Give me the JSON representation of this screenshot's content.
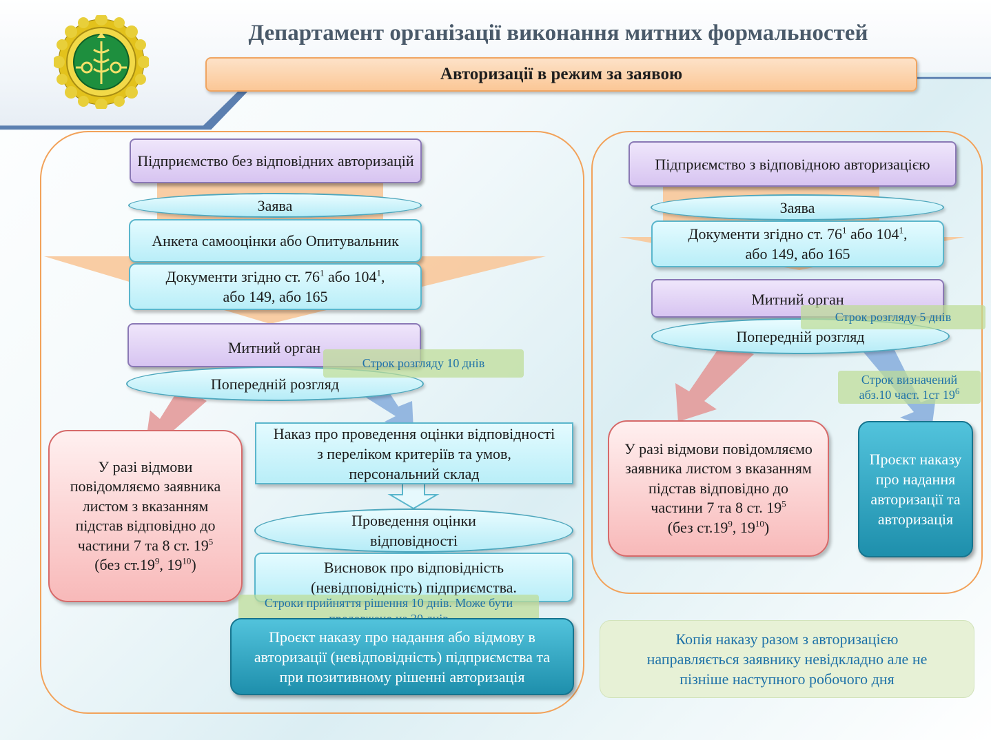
{
  "header": {
    "title": "Департамент організації виконання митних формальностей",
    "subtitle": "Авторизації в режим за заявою"
  },
  "left": {
    "company": "Підприємство без відповідних авторизацій",
    "application": "Заява",
    "questionnaire": "Анкета самооцінки або Опитувальник",
    "docs": {
      "part1": "Документи згідно ст. 76",
      "sup1": "1",
      "part2": " або 104",
      "sup2": "1",
      "part3": ",",
      "part4": "або 149, або 165"
    },
    "customs": "Митний орган",
    "review_term": "Строк розгляду 10 днів",
    "preliminary": "Попередній розгляд",
    "refusal": {
      "lines": "У разі відмови повідомляємо заявника листом з вказанням підстав відповідно до частини 7 та 8 ст. 19",
      "sup": "5",
      "tail1": "(без ст.19",
      "sup2": "9",
      "tail2": ", 19",
      "sup3": "10",
      "tail3": ")"
    },
    "order": "Наказ про проведення оцінки відповідності з переліком критеріїв та умов, персональний склад",
    "assessment": "Проведення оцінки відповідності",
    "conclusion": "Висновок про відповідність (невідповідність) підприємства.",
    "decision_term": "Строки прийняття рішення 10 днів. Може бути продовжено на 30 днів",
    "final": "Проєкт наказу про надання або відмову в авторизації (невідповідність) підприємства та при позитивному рішенні авторизація"
  },
  "right": {
    "company": "Підприємство з відповідною авторизацією",
    "application": "Заява",
    "docs": {
      "part1": "Документи згідно ст. 76",
      "sup1": "1",
      "part2": " або 104",
      "sup2": "1",
      "part3": ",",
      "part4": "або 149, або 165"
    },
    "customs": "Митний орган",
    "review_term": "Строк розгляду 5 днів",
    "preliminary": "Попередній розгляд",
    "defined_term": {
      "line1": "Строк визначений",
      "line2": "абз.10 част. 1ст 19",
      "sup": "6"
    },
    "refusal": {
      "lines": "У разі відмови повідомляємо заявника листом з вказанням підстав відповідно до частини 7 та 8 ст. 19",
      "sup": "5",
      "tail1": "(без ст.19",
      "sup2": "9",
      "tail2": ", 19",
      "sup3": "10",
      "tail3": ")"
    },
    "final": "Проєкт наказу про надання авторизації та авторизація",
    "copy_note": "Копія наказу разом з авторизацією направляється заявнику невідкладно але не пізніше наступного робочого дня"
  },
  "colors": {
    "arrow_orange": "#f8c89a",
    "arrow_red": "#e39a9a",
    "arrow_blue": "#8fb3de",
    "panel_border": "#f2a25a",
    "title_color": "#4a5a6a"
  },
  "icons": {
    "logo": "customs-emblem-icon"
  }
}
